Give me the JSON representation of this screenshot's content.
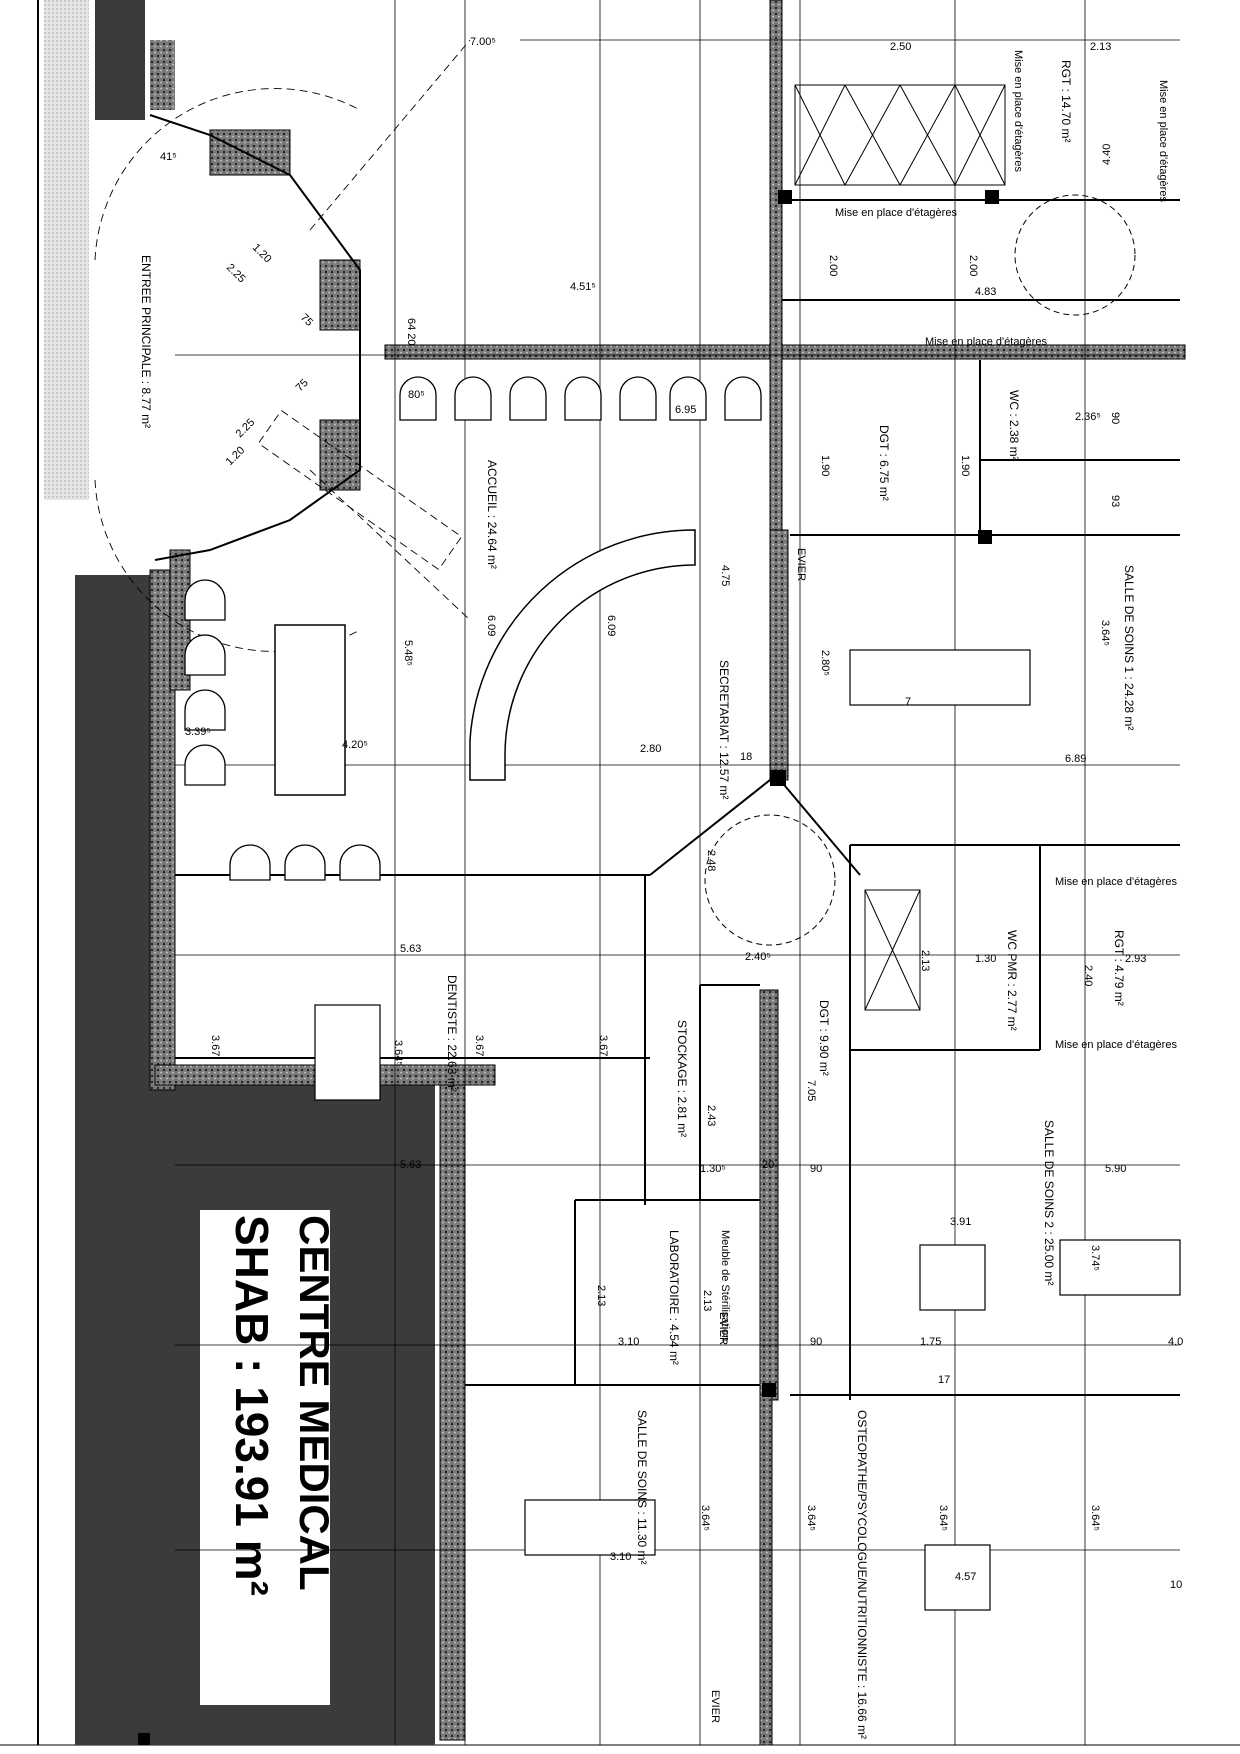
{
  "title": {
    "line1": "CENTRE MEDICAL",
    "line2": "SHAB : 193.91 m²"
  },
  "rooms": [
    {
      "id": "accueil",
      "label": "ACCUEIL : 24.64 m²"
    },
    {
      "id": "secretariat",
      "label": "SECRETARIAT : 12.57 m²"
    },
    {
      "id": "rgt1",
      "label": "RGT : 14.70 m²"
    },
    {
      "id": "dgt1",
      "label": "DGT : 6.75 m²"
    },
    {
      "id": "wc1",
      "label": "WC : 2.38 m²"
    },
    {
      "id": "salle-soins-1",
      "label": "SALLE DE SOINS 1 : 24.28 m²"
    },
    {
      "id": "wc-pmr",
      "label": "WC PMR : 2.77 m²"
    },
    {
      "id": "rgt2",
      "label": "RGT : 4.79 m²"
    },
    {
      "id": "dentiste",
      "label": "DENTISTE : 22.63 m²"
    },
    {
      "id": "stockage",
      "label": "STOCKAGE : 2.81 m²"
    },
    {
      "id": "dgt2",
      "label": "DGT : 9.90 m²"
    },
    {
      "id": "salle-soins-2",
      "label": "SALLE DE SOINS 2 : 25.00 m²"
    },
    {
      "id": "laboratoire",
      "label": "LABORATOIRE : 4.54 m²"
    },
    {
      "id": "salle-soins-3",
      "label": "SALLE DE SOINS : 11.30 m²"
    },
    {
      "id": "osteo",
      "label": "OSTEOPATHE/PSYCOLOGUE/NUTRITIONNISTE : 16.66 m²"
    },
    {
      "id": "entree",
      "label": "ENTREE PRINCIPALE : 8.77 m²"
    }
  ],
  "notes": {
    "etageres": "Mise en place d'étagères",
    "meuble": "Meuble de Stérilisation",
    "evier": "EVIER"
  },
  "dims": {
    "d700": "7.00⁵",
    "d250": "2.50",
    "d213a": "2.13",
    "d440": "4.40",
    "d451": "4.51⁵",
    "d483": "4.83",
    "d200a": "2.00",
    "d200b": "2.00",
    "d120a": "1.20",
    "d225a": "2.25",
    "d75a": "75",
    "d75b": "75",
    "d225b": "2.25",
    "d120b": "1.20",
    "d415": "41⁵",
    "d6420": "64 20",
    "d695": "6.95",
    "d190a": "1.90",
    "d190b": "1.90",
    "d236": "2.36⁵",
    "d93": "93",
    "d90a": "90",
    "d548": "5.48⁵",
    "d609a": "6.09",
    "d609b": "6.09",
    "d475": "4.75",
    "d280a": "2.80⁵",
    "d280b": "2.80",
    "d364a": "3.64⁵",
    "d689": "6.89",
    "d420": "4.20⁵",
    "d339": "3.39⁵",
    "d18": "18",
    "d248": "2.48",
    "d240": "2.40⁵",
    "d563a": "5.63",
    "d563b": "5.63",
    "d367a": "3.67",
    "d367b": "3.67",
    "d367c": "3.67",
    "d364b": "3.64⁵",
    "d243": "2.43",
    "d130": "1.30",
    "d213b": "2.13",
    "d293": "2.93",
    "d240b": "2.40",
    "d705": "7.05",
    "d1305": "1.30⁵",
    "d90b": "90",
    "d590": "5.90",
    "d391": "3.91",
    "d374": "3.74⁵",
    "d213c": "2.13",
    "d213d": "2.13",
    "d310a": "3.10",
    "d90c": "90",
    "d175": "1.75",
    "d40": "4.0",
    "d364c": "3.64⁵",
    "d364d": "3.64⁵",
    "d364e": "3.64⁵",
    "d364f": "3.64⁵",
    "d310b": "3.10",
    "d457": "4.57",
    "d10": "10",
    "d7": "7",
    "d20": "20",
    "d17": "17",
    "d80": "80⁵"
  }
}
